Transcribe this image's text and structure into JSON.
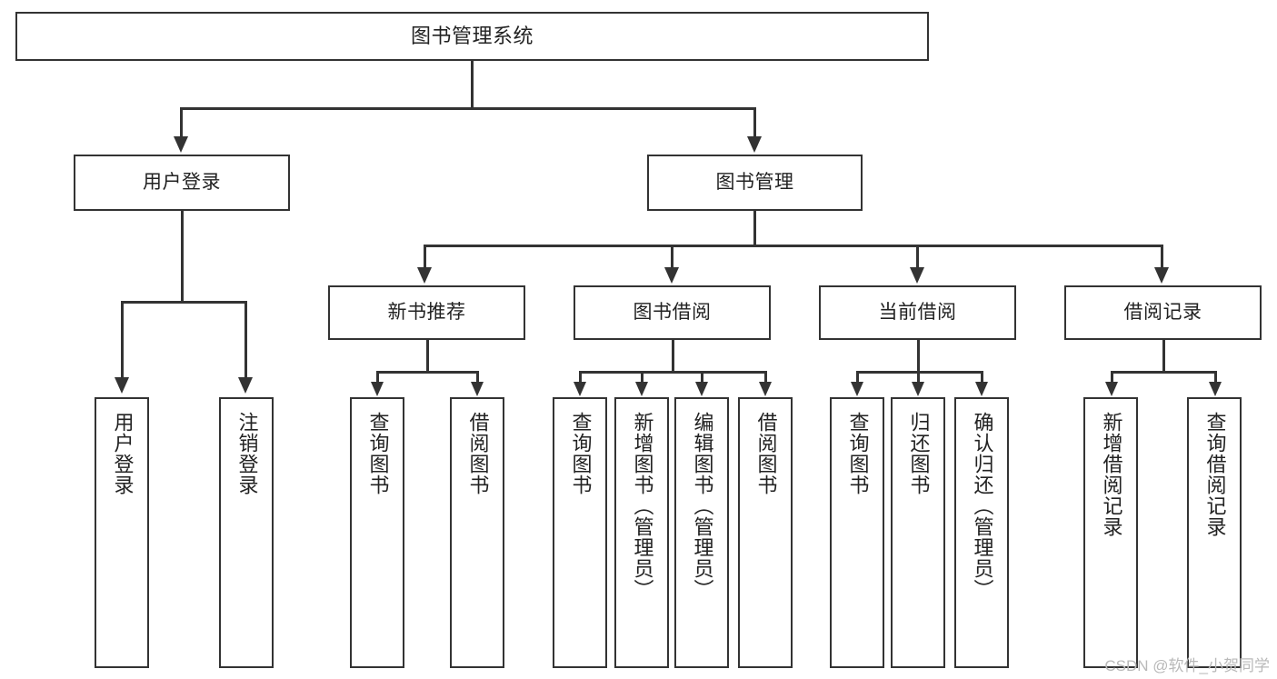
{
  "diagram": {
    "title": "图书管理系统",
    "watermark": "CSDN @软件_小贺同学",
    "accent_color": "#333333",
    "background_color": "#ffffff",
    "nodes": {
      "root": {
        "label": "图书管理系统"
      },
      "level2": [
        {
          "label": "用户登录"
        },
        {
          "label": "图书管理"
        }
      ],
      "level3": [
        {
          "label": "新书推荐"
        },
        {
          "label": "图书借阅"
        },
        {
          "label": "当前借阅"
        },
        {
          "label": "借阅记录"
        }
      ],
      "leaves": {
        "user_login": [
          {
            "label": "用户登录"
          },
          {
            "label": "注销登录"
          }
        ],
        "new_book": [
          {
            "label": "查询图书"
          },
          {
            "label": "借阅图书"
          }
        ],
        "book_borrow": [
          {
            "label": "查询图书"
          },
          {
            "label": "新增图书（管理员）"
          },
          {
            "label": "编辑图书（管理员）"
          },
          {
            "label": "借阅图书"
          }
        ],
        "current_borrow": [
          {
            "label": "查询图书"
          },
          {
            "label": "归还图书"
          },
          {
            "label": "确认归还（管理员）"
          }
        ],
        "borrow_record": [
          {
            "label": "新增借阅记录"
          },
          {
            "label": "查询借阅记录"
          }
        ]
      }
    }
  }
}
